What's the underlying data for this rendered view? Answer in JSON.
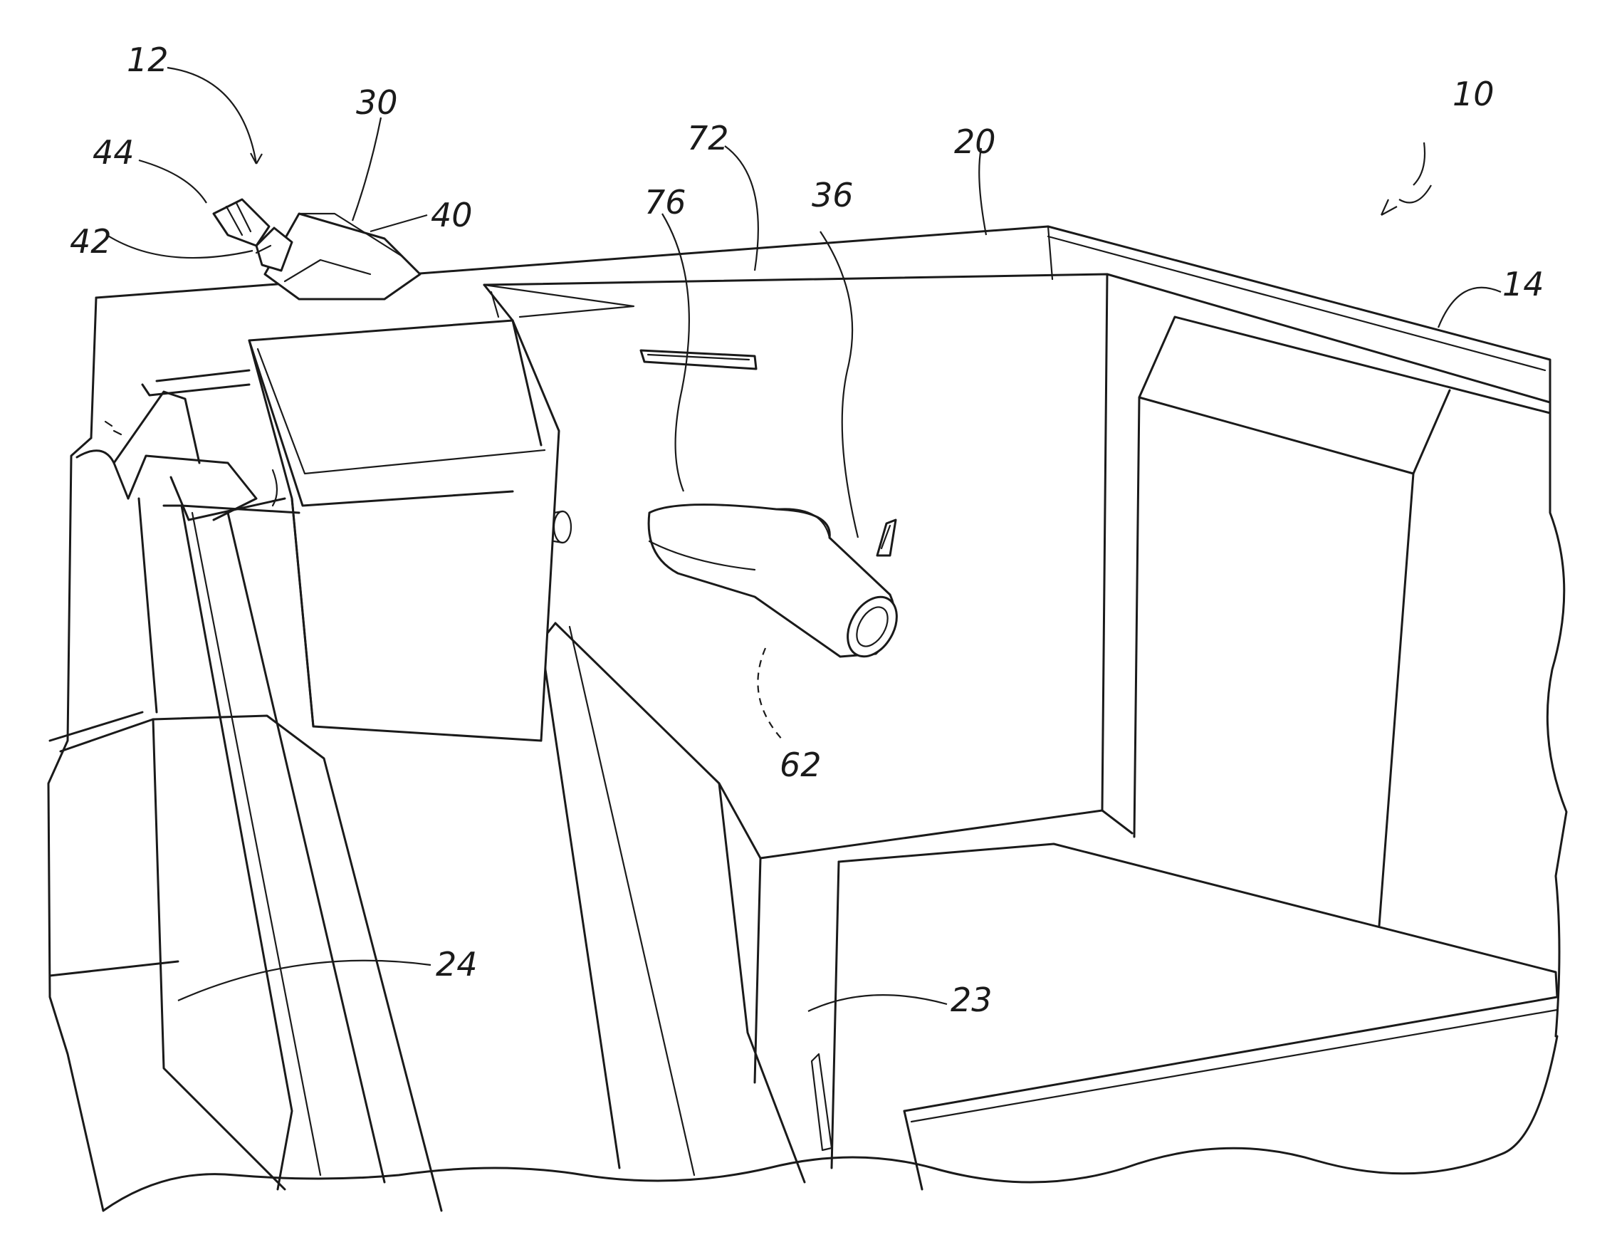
{
  "figure": {
    "reference_numerals": {
      "assembly": "10",
      "connector_assembly": "12",
      "wall_14": "14",
      "inner_wall": "20",
      "part_23": "23",
      "part_24": "24",
      "housing_30": "30",
      "spout_36": "36",
      "body_40": "40",
      "fitting_42": "42",
      "nipple_44": "44",
      "hidden_62": "62",
      "rim_72": "72",
      "part_76": "76"
    }
  }
}
